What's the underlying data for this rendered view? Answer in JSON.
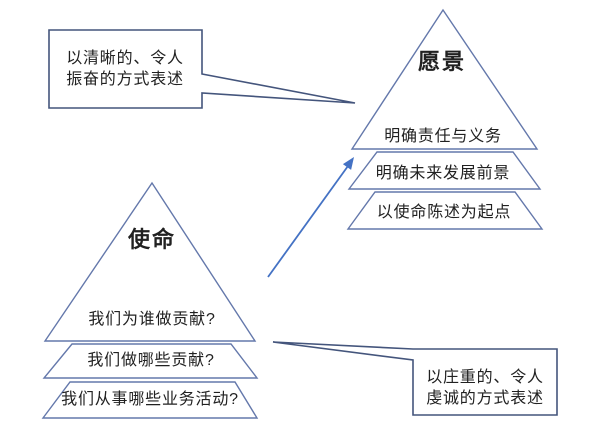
{
  "diagram": {
    "mission": {
      "title": "使命",
      "layer1": "我们为谁做贡献?",
      "layer2": "我们做哪些贡献?",
      "layer3": "我们从事哪些业务活动?"
    },
    "vision": {
      "title": "愿景",
      "layer1": "明确责任与义务",
      "layer2": "明确未来发展前景",
      "layer3": "以使命陈述为起点"
    },
    "vision_callout": {
      "line1": "以清晰的、令人",
      "line2": "振奋的方式表述"
    },
    "mission_callout": {
      "line1": "以庄重的、令人",
      "line2": "虔诚的方式表述"
    }
  },
  "colors": {
    "pyramid_stroke": "#6478ab",
    "callout_stroke": "#44557c",
    "arrow": "#4472c4",
    "text": "#212121",
    "background": "#ffffff"
  }
}
